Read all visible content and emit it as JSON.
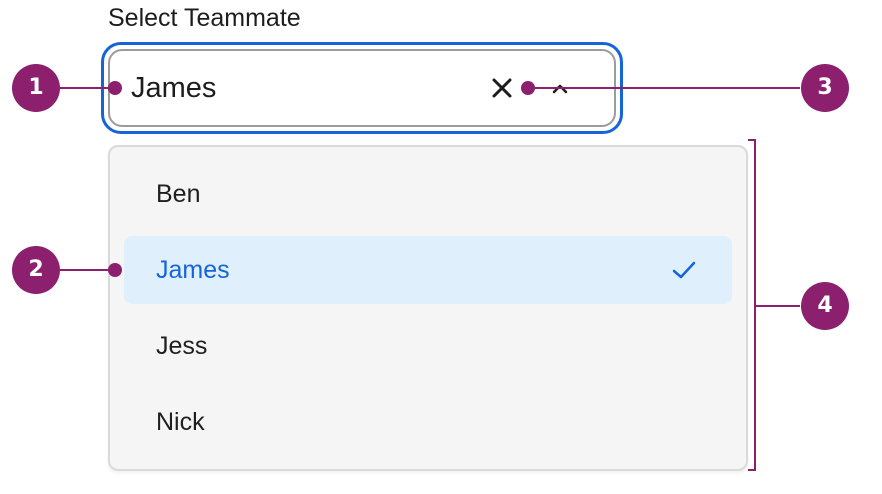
{
  "select": {
    "label": "Select Teammate",
    "value": "James",
    "clear_icon": "close-icon",
    "toggle_icon": "chevron-up-icon"
  },
  "dropdown": {
    "options": [
      {
        "label": "Ben",
        "selected": false
      },
      {
        "label": "James",
        "selected": true
      },
      {
        "label": "Jess",
        "selected": false
      },
      {
        "label": "Nick",
        "selected": false
      }
    ],
    "selected_icon": "check-icon"
  },
  "callouts": [
    "1",
    "2",
    "3",
    "4"
  ],
  "colors": {
    "accent": "#1565d8",
    "selected_bg": "#e0effc",
    "annotation": "#8c1f6e",
    "menu_bg": "#f5f5f5"
  }
}
